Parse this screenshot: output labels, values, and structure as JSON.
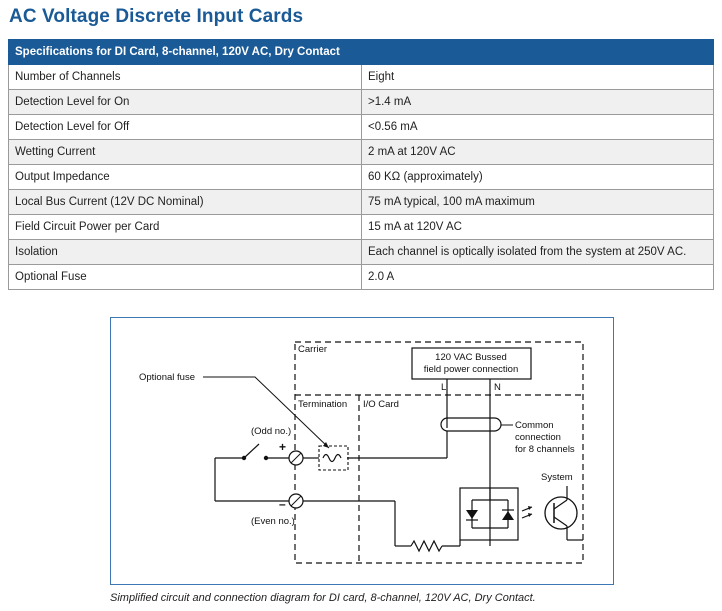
{
  "title": "AC Voltage Discrete Input Cards",
  "table": {
    "header": "Specifications for DI Card, 8-channel, 120V AC, Dry Contact",
    "rows": [
      {
        "label": "Number of Channels",
        "value": "Eight"
      },
      {
        "label": "Detection Level for On",
        "value": ">1.4 mA"
      },
      {
        "label": "Detection Level for Off",
        "value": "<0.56 mA"
      },
      {
        "label": "Wetting Current",
        "value": "2 mA at 120V AC"
      },
      {
        "label": "Output Impedance",
        "value": "60 KΩ (approximately)"
      },
      {
        "label": "Local Bus Current (12V DC Nominal)",
        "value": "75 mA typical, 100 mA maximum"
      },
      {
        "label": "Field Circuit Power per Card",
        "value": "15 mA at 120V AC"
      },
      {
        "label": "Isolation",
        "value": "Each channel is optically isolated from the system at 250V AC."
      },
      {
        "label": "Optional Fuse",
        "value": "2.0 A"
      }
    ]
  },
  "diagram": {
    "carrier": "Carrier",
    "bus_line1": "120 VAC Bussed",
    "bus_line2": "field power connection",
    "l": "L",
    "n": "N",
    "optional_fuse": "Optional fuse",
    "termination": "Termination",
    "io_card": "I/O Card",
    "common1": "Common",
    "common2": "connection",
    "common3": "for 8 channels",
    "odd": "(Odd no.)",
    "plus": "+",
    "minus": "–",
    "even": "(Even no.)",
    "system": "System"
  },
  "caption": "Simplified circuit and connection diagram for DI card, 8-channel, 120V AC, Dry Contact."
}
